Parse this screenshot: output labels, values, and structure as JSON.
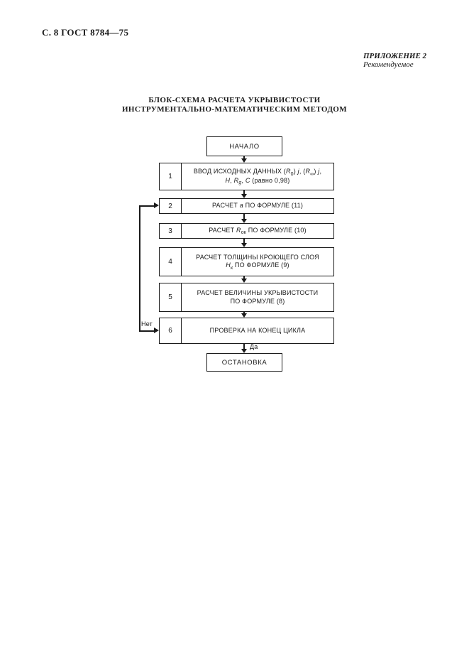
{
  "colors": {
    "ink": "#1a1a1a",
    "paper": "#ffffff"
  },
  "page": {
    "header_left": "С. 8 ГОСТ 8784—75",
    "appendix": {
      "line1": "ПРИЛОЖЕНИЕ 2",
      "line2": "Рекомендуемое"
    },
    "title": {
      "line1": "БЛОК-СХЕМА РАСЧЕТА УКРЫВИСТОСТИ",
      "line2": "ИНСТРУМЕНТАЛЬНО-МАТЕМАТИЧЕСКИМ МЕТОДОМ"
    }
  },
  "flowchart": {
    "start": "НАЧАЛО",
    "stop": "ОСТАНОВКА",
    "labels": {
      "no": "Нет",
      "yes": "Да"
    },
    "steps": [
      {
        "num": "1",
        "lines": [
          [
            [
              "ВВОД ИСХОДНЫХ ДАННЫХ ("
            ],
            [
              "R",
              "i"
            ],
            [
              "0",
              "sub"
            ],
            [
              ") "
            ],
            [
              "j",
              "i"
            ],
            [
              ", ("
            ],
            [
              "R",
              "i"
            ],
            [
              "∞",
              "sub"
            ],
            [
              ") "
            ],
            [
              "j",
              "i"
            ],
            [
              ","
            ]
          ],
          [
            [
              "Н",
              "i"
            ],
            [
              ", "
            ],
            [
              "R",
              "i"
            ],
            [
              "g",
              "isub"
            ],
            [
              ", "
            ],
            [
              "С",
              "i"
            ],
            [
              " (равно 0,98)"
            ]
          ]
        ]
      },
      {
        "num": "2",
        "lines": [
          [
            [
              "РАСЧЕТ "
            ],
            [
              "a",
              "i"
            ],
            [
              " ПО ФОРМУЛЕ (11)"
            ]
          ]
        ]
      },
      {
        "num": "3",
        "lines": [
          [
            [
              "РАСЧЕТ "
            ],
            [
              "R",
              "i"
            ],
            [
              "ок",
              "sub"
            ],
            [
              " ПО ФОРМУЛЕ (10)"
            ]
          ]
        ]
      },
      {
        "num": "4",
        "lines": [
          [
            [
              "РАСЧЕТ ТОЛЩИНЫ КРОЮЩЕГО СЛОЯ"
            ]
          ],
          [
            [
              "Н",
              "i"
            ],
            [
              "к",
              "sub"
            ],
            [
              " ПО ФОРМУЛЕ (9)"
            ]
          ]
        ]
      },
      {
        "num": "5",
        "lines": [
          [
            [
              "РАСЧЕТ ВЕЛИЧИНЫ УКРЫВИСТОСТИ"
            ]
          ],
          [
            [
              "ПО ФОРМУЛЕ (8)"
            ]
          ]
        ]
      },
      {
        "num": "6",
        "lines": [
          [
            [
              "ПРОВЕРКА НА КОНЕЦ ЦИКЛА"
            ]
          ]
        ]
      }
    ]
  }
}
